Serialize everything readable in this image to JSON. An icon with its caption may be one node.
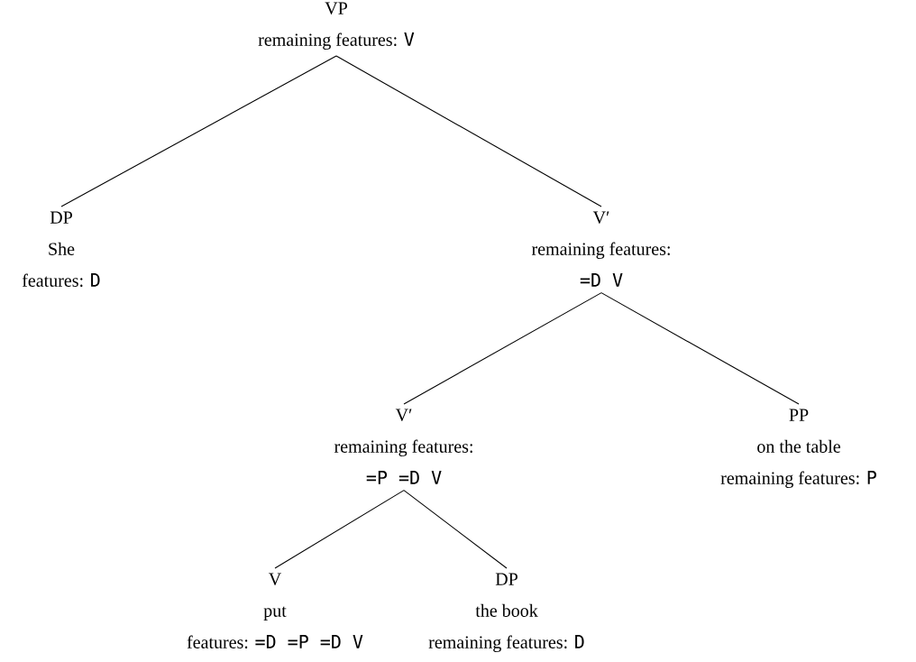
{
  "diagram": {
    "nodes": [
      {
        "text": [
          "VP",
          "remaining features:",
          "V"
        ]
      },
      {
        "text": [
          "DP",
          "She",
          "features:",
          "D"
        ]
      },
      {
        "text": [
          "V′",
          "remaining features:",
          "=D V"
        ]
      },
      {
        "text": [
          "V′",
          "remaining features:",
          "=P =D V"
        ]
      },
      {
        "text": [
          "PP",
          "on the table",
          "remaining features:",
          "P"
        ]
      },
      {
        "text": [
          "V",
          "put",
          "features:",
          "=D =P =D V"
        ]
      },
      {
        "text": [
          "DP",
          "the book",
          "remaining features:",
          "D"
        ]
      }
    ],
    "edges": [
      {
        "from": 0,
        "to": 1,
        "arrow": "none"
      },
      {
        "from": 0,
        "to": 2,
        "arrow": "none"
      },
      {
        "from": 2,
        "to": 3,
        "arrow": "none"
      },
      {
        "from": 2,
        "to": 4,
        "arrow": "none"
      },
      {
        "from": 3,
        "to": 5,
        "arrow": "none"
      },
      {
        "from": 3,
        "to": 6,
        "arrow": "none"
      }
    ]
  }
}
